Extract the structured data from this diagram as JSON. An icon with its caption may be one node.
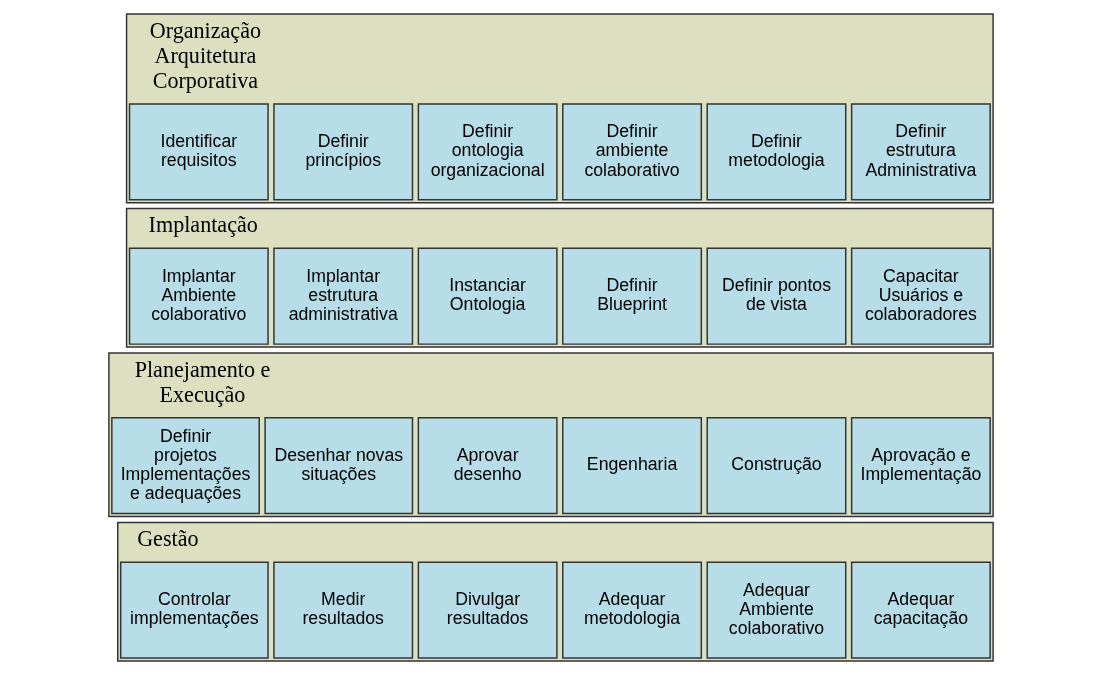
{
  "diagram": {
    "nodes": [
      {
        "text": [
          "Organização Arquitetura Corporativa"
        ]
      },
      {
        "text": [
          "Identificar requisitos"
        ],
        "in": 0
      },
      {
        "text": [
          "Definir princípios"
        ],
        "in": 0
      },
      {
        "text": [
          "Definir ontologia organizacional"
        ],
        "in": 0
      },
      {
        "text": [
          "Definir ambiente colaborativo"
        ],
        "in": 0
      },
      {
        "text": [
          "Definir metodologia"
        ],
        "in": 0
      },
      {
        "text": [
          "Definir estrutura Administrativa"
        ],
        "in": 0
      },
      {
        "text": [
          "Implantação"
        ]
      },
      {
        "text": [
          "Implantar Ambiente colaborativo"
        ],
        "in": 7
      },
      {
        "text": [
          "Implantar estrutura administrativa"
        ],
        "in": 7
      },
      {
        "text": [
          "Instanciar Ontologia"
        ],
        "in": 7
      },
      {
        "text": [
          "Definir Blueprint"
        ],
        "in": 7
      },
      {
        "text": [
          "Definir pontos de vista"
        ],
        "in": 7
      },
      {
        "text": [
          "Capacitar Usuários e colaboradores"
        ],
        "in": 7
      },
      {
        "text": [
          "Planejamento e Execução"
        ]
      },
      {
        "text": [
          "Definir projetos Implementações e adequações"
        ],
        "in": 14
      },
      {
        "text": [
          "Desenhar novas situações"
        ],
        "in": 14
      },
      {
        "text": [
          "Aprovar desenho"
        ],
        "in": 14
      },
      {
        "text": [
          "Engenharia"
        ],
        "in": 14
      },
      {
        "text": [
          "Construção"
        ],
        "in": 14
      },
      {
        "text": [
          "Aprovação e Implementação"
        ],
        "in": 14
      },
      {
        "text": [
          "Gestão"
        ]
      },
      {
        "text": [
          "Controlar implementações"
        ],
        "in": 21
      },
      {
        "text": [
          "Medir resultados"
        ],
        "in": 21
      },
      {
        "text": [
          "Divulgar resultados"
        ],
        "in": 21
      },
      {
        "text": [
          "Adequar metodologia"
        ],
        "in": 21
      },
      {
        "text": [
          "Adequar Ambiente colaborativo"
        ],
        "in": 21
      },
      {
        "text": [
          "Adequar capacitação"
        ],
        "in": 21
      }
    ]
  }
}
